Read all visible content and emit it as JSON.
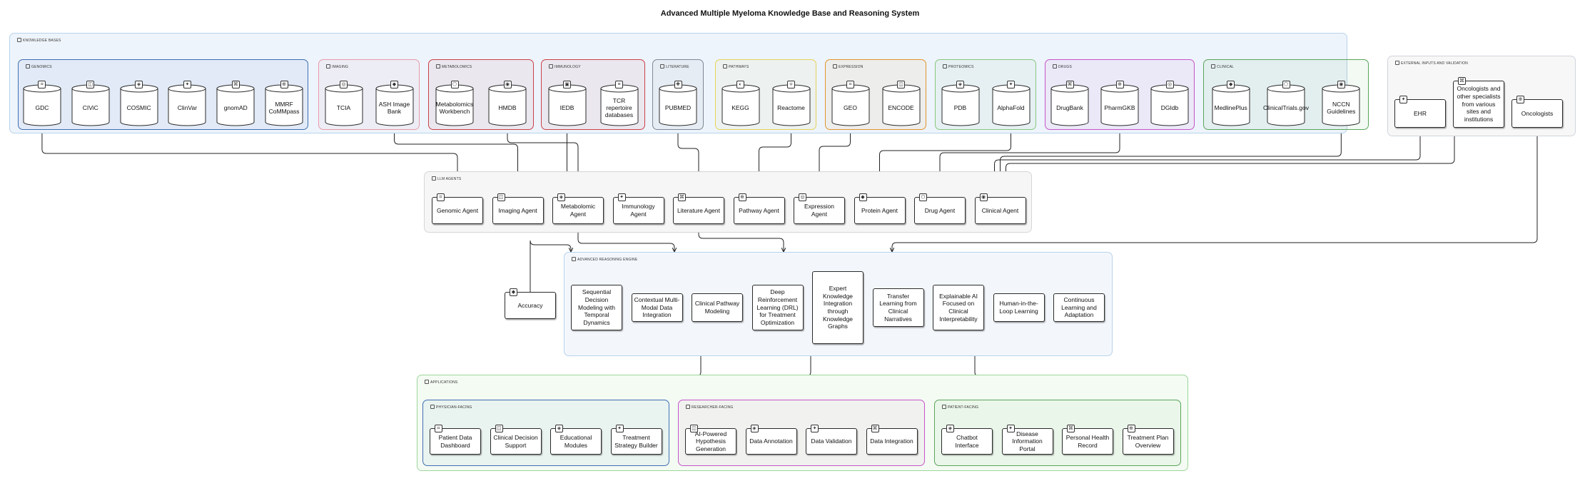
{
  "title": "Advanced Multiple Myeloma Knowledge Base and Reasoning System",
  "knowledge_bases": {
    "label": "KNOWLEDGE BASES",
    "groups": [
      {
        "label": "GENOMICS",
        "items": [
          "GDC",
          "CIViC",
          "COSMIC",
          "ClinVar",
          "gnomAD",
          "MMRF CoMMpass"
        ]
      },
      {
        "label": "IMAGING",
        "items": [
          "TCIA",
          "ASH Image Bank"
        ]
      },
      {
        "label": "METABOLOMICS",
        "items": [
          "Metabolomics Workbench",
          "HMDB"
        ]
      },
      {
        "label": "IMMUNOLOGY",
        "items": [
          "IEDB",
          "TCR repertoire databases"
        ]
      },
      {
        "label": "LITERATURE",
        "items": [
          "PUBMED"
        ]
      },
      {
        "label": "PATHWAYS",
        "items": [
          "KEGG",
          "Reactome"
        ]
      },
      {
        "label": "EXPRESSION",
        "items": [
          "GEO",
          "ENCODE"
        ]
      },
      {
        "label": "PROTEOMICS",
        "items": [
          "PDB",
          "AlphaFold"
        ]
      },
      {
        "label": "DRUGS",
        "items": [
          "DrugBank",
          "PharmGKB",
          "DGIdb"
        ]
      },
      {
        "label": "CLINICAL",
        "items": [
          "MedlinePlus",
          "ClinicalTrials.gov",
          "NCCN Guidelines"
        ]
      }
    ]
  },
  "external": {
    "label": "EXTERNAL INPUTS AND VALIDATION",
    "items": [
      "EHR",
      "Oncologists and other specialists from various sites and institutions",
      "Oncologists"
    ]
  },
  "llm_agents": {
    "label": "LLM AGENTS",
    "items": [
      "Genomic Agent",
      "Imaging Agent",
      "Metabolomic Agent",
      "Immunology Agent",
      "Literature Agent",
      "Pathway Agent",
      "Expression Agent",
      "Protein Agent",
      "Drug Agent",
      "Clinical Agent"
    ]
  },
  "accuracy": "Accuracy",
  "reasoning": {
    "label": "ADVANCED REASONING ENGINE",
    "items": [
      "Sequential Decision Modeling with Temporal Dynamics",
      "Contextual Multi-Modal Data Integration",
      "Clinical Pathway Modeling",
      "Deep Reinforcement Learning (DRL) for Treatment Optimization",
      "Expert Knowledge Integration through Knowledge Graphs",
      "Transfer Learning from Clinical Narratives",
      "Explainable AI Focused on Clinical Interpretability",
      "Human-in-the-Loop Learning",
      "Continuous Learning and Adaptation"
    ]
  },
  "applications": {
    "label": "APPLICATIONS",
    "groups": [
      {
        "label": "PHYSICIAN-FACING",
        "items": [
          "Patient Data Dashboard",
          "Clinical Decision Support",
          "Educational Modules",
          "Treatment Strategy Builder"
        ]
      },
      {
        "label": "RESEARCHER-FACING",
        "items": [
          "AI-Powered Hypothesis Generation",
          "Data Annotation",
          "Data Validation",
          "Data Integration"
        ]
      },
      {
        "label": "PATIENT-FACING",
        "items": [
          "Chatbot Interface",
          "Disease Information Portal",
          "Personal Health Record",
          "Treatment Plan Overview"
        ]
      }
    ]
  },
  "colors": {
    "kb_outer": "#eef4fb",
    "kb_outer_border": "#b7d3ec",
    "genomics": "#3f6fb5",
    "imaging": "#e79aa7",
    "metabolomics": "#c8414a",
    "immunology": "#c8414a",
    "literature": "#7e8794",
    "pathways": "#e6d35a",
    "expression": "#e0962f",
    "proteomics": "#86c77d",
    "drugs": "#c555c9",
    "clinical": "#5aa55a",
    "applications_border": "#9cd69a",
    "physician": "#3f6fb5",
    "researcher": "#c555c9",
    "patient": "#5aa55a",
    "edge": "#222222"
  }
}
